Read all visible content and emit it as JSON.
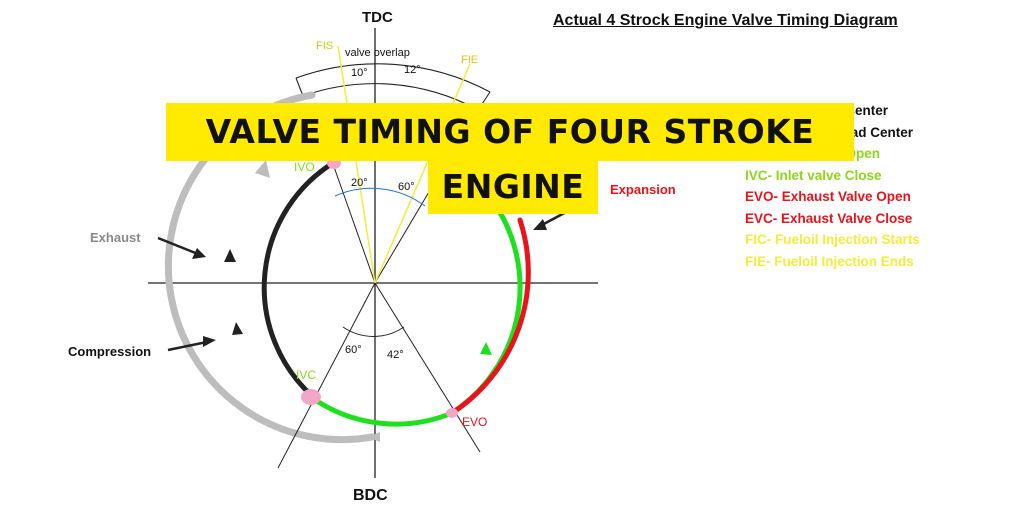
{
  "title": "Actual 4 Strock Engine Valve Timing Diagram",
  "banner": {
    "line1": "VALVE TIMING OF FOUR STROKE",
    "line2": "ENGINE"
  },
  "labels": {
    "tdc": "TDC",
    "bdc": "BDC",
    "valve_overlap": "valve overlap",
    "fis": "FIS",
    "fie": "FIE",
    "ivo": "IVO",
    "ivc": "IVC",
    "evo": "EVO",
    "exhaust": "Exhaust",
    "compression": "Compression",
    "expansion": "Expansion",
    "angle_10": "10°",
    "angle_12": "12°",
    "angle_20": "20°",
    "angle_60_top": "60°",
    "angle_60_bottom": "60°",
    "angle_42": "42°"
  },
  "legend": [
    {
      "text": "TDC- Top Dead Center",
      "color": "#111111"
    },
    {
      "text": "BDC- Bottom Dead Center",
      "color": "#111111"
    },
    {
      "text": "IVO- Inlet valve Open",
      "color": "#8fd61a"
    },
    {
      "text": "IVC- Inlet valve Close",
      "color": "#8fd61a"
    },
    {
      "text": "EVO- Exhaust Valve Open",
      "color": "#e8141c"
    },
    {
      "text": "EVC- Exhaust Valve Close",
      "color": "#e8141c"
    },
    {
      "text": "FIC- Fueloil Injection Starts",
      "color": "#f2ec3a"
    },
    {
      "text": "FIE- Fueloil Injection Ends",
      "color": "#f2ec3a"
    }
  ],
  "colors": {
    "exhaust": "#bdbdbd",
    "compression": "#222222",
    "suction": "#1ee01e",
    "expansion": "#e8141c",
    "fuel": "#f2ec3a",
    "valve_marker": "#f4a6c8",
    "label_green": "#8fd61a",
    "banner": "#ffea00"
  }
}
